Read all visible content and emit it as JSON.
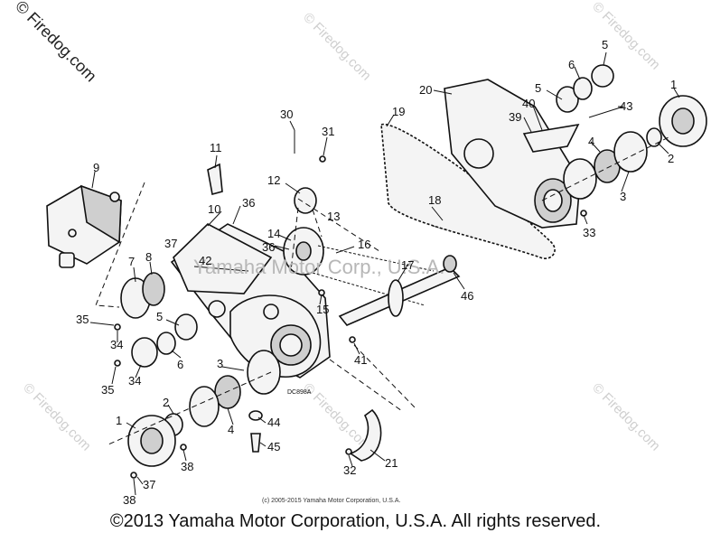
{
  "watermarks": {
    "corner": "© Firedog.com",
    "tile": "© Firedog.com",
    "center": "Yamaha Motor Corp., U.S.A."
  },
  "labels": {
    "l1a": "1",
    "l1b": "1",
    "l2a": "2",
    "l2b": "2",
    "l3a": "3",
    "l3b": "3",
    "l4a": "4",
    "l4b": "4",
    "l5a": "5",
    "l5b": "5",
    "l5c": "5",
    "l6a": "6",
    "l6b": "6",
    "l7": "7",
    "l8": "8",
    "l9": "9",
    "l10": "10",
    "l11": "11",
    "l12": "12",
    "l13": "13",
    "l14": "14",
    "l15": "15",
    "l16": "16",
    "l17": "17",
    "l18": "18",
    "l19": "19",
    "l20": "20",
    "l21": "21",
    "l30": "30",
    "l31": "31",
    "l32": "32",
    "l33": "33",
    "l34a": "34",
    "l34b": "34",
    "l35a": "35",
    "l35b": "35",
    "l36a": "36",
    "l36b": "36",
    "l37a": "37",
    "l37b": "37",
    "l38a": "38",
    "l38b": "38",
    "l39": "39",
    "l40": "40",
    "l41": "41",
    "l42": "42",
    "l43": "43",
    "l44": "44",
    "l45": "45",
    "l46": "46"
  },
  "drawing_code": "DC898A",
  "small_copyright": "(c) 2005-2015 Yamaha Motor Corporation, U.S.A.",
  "footer_copyright": "©2013 Yamaha Motor Corporation, U.S.A. All rights reserved."
}
